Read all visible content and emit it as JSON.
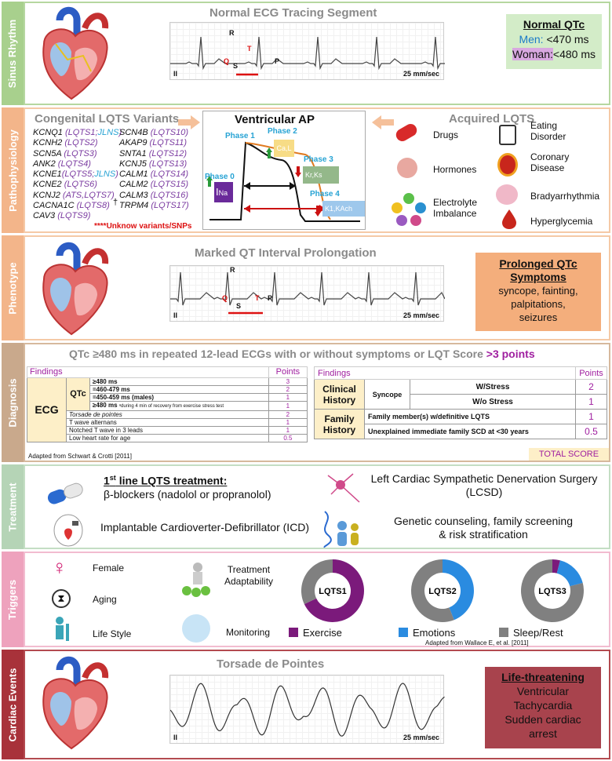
{
  "sections": {
    "sinus": "Sinus Rhythm",
    "patho": "Pathophysiology",
    "pheno": "Phenotype",
    "diag": "Diagnosis",
    "treat": "Treatment",
    "trig": "Triggers",
    "cardiac": "Cardiac Events"
  },
  "sinus": {
    "title": "Normal ECG Tracing Segment",
    "lead": "II",
    "speed": "25 mm/sec",
    "r": "R",
    "q": "Q",
    "s": "S",
    "t": "T",
    "p": "P",
    "qtc_title": "Normal QTc",
    "men_label": "Men:",
    "men_value": " <470 ms",
    "women_label": "Woman:",
    "women_value": "<480 ms"
  },
  "patho": {
    "cong_title": "Congenital LQTS Variants",
    "genes_left": [
      [
        "KCNQ1 ",
        "(LQTS1;",
        "JLNS",
        ")"
      ],
      [
        "KCNH2 ",
        "(LQTS2)",
        "",
        ""
      ],
      [
        "SCN5A ",
        "(LQTS3)",
        "",
        ""
      ],
      [
        "ANK2 ",
        "(LQTS4)",
        "",
        ""
      ],
      [
        "KCNE1",
        "(LQTS5;",
        "JLNS",
        ")"
      ],
      [
        "KCNE2 ",
        "(LQTS6)",
        "",
        ""
      ],
      [
        "KCNJ2 ",
        "(ATS,LQTS7)",
        "",
        ""
      ],
      [
        "CACNA1C ",
        "(LQTS8)",
        "",
        ""
      ],
      [
        "CAV3 ",
        "(LQTS9)",
        "",
        ""
      ]
    ],
    "genes_right": [
      [
        "SCN4B ",
        "(LQTS10)"
      ],
      [
        "AKAP9 ",
        "(LQTS11)"
      ],
      [
        "SNTA1 ",
        "(LQTS12)"
      ],
      [
        "KCNJ5 ",
        "(LQTS13)"
      ],
      [
        "CALM1 ",
        "(LQTS14)"
      ],
      [
        "CALM2 ",
        "(LQTS15)"
      ],
      [
        "CALM3 ",
        "(LQTS16)"
      ],
      [
        "TRPM4 ",
        "(LQTS17)"
      ]
    ],
    "dagger": "†",
    "unknown": "****Unknow variants/SNPs",
    "ap_title": "Ventricular AP",
    "phase1": "Phase 1",
    "phase2": "Phase 2",
    "phase3": "Phase 3",
    "phase4": "Phase 4",
    "phase0": "Phase 0",
    "ina": "I",
    "ina_sub": "Na",
    "ica": "Ca,L",
    "ikr": "Kr,",
    "iks": "Ks",
    "ik1": "K1,",
    "ikach": "KAch",
    "acq_title": "Acquired LQTS",
    "drugs": "Drugs",
    "hormones": "Hormones",
    "electrolyte": "Electrolyte\nImbalance",
    "eating": "Eating\nDisorder",
    "coronary": "Coronary\nDisease",
    "brady": "Bradyarrhythmia",
    "hyper": "Hyperglycemia"
  },
  "pheno": {
    "title": "Marked QT Interval Prolongation",
    "lead": "II",
    "speed": "25 mm/sec",
    "r": "R",
    "q": "Q",
    "s": "S",
    "t": "T",
    "p": "P",
    "box_title1": "Prolonged QTc",
    "box_title2": "Symptoms",
    "box_text": "syncope, fainting,\npalpitations,\nseizures"
  },
  "diag": {
    "header": "QTc ≥480 ms in repeated 12-lead ECGs with or without symptoms or LQT Score ",
    "header_hl": ">3 points",
    "findings": "Findings",
    "points": "Points",
    "ecg": "ECG",
    "qtc": "QTc",
    "rows": [
      [
        "≥480 ms",
        "3"
      ],
      [
        "=460-479 ms",
        "2"
      ],
      [
        "=450-459 ms (males)",
        "1"
      ],
      [
        "≥480 ms ",
        "1"
      ]
    ],
    "recovery_note": "ᵃduring 4 min of recovery from exercise stress test",
    "other_rows": [
      [
        "Torsade de pointes",
        "2"
      ],
      [
        "T wave alternans",
        "1"
      ],
      [
        "Notched T wave in 3 leads",
        "1"
      ],
      [
        "Low heart rate for age",
        "0.5"
      ]
    ],
    "clinical": "Clinical\nHistory",
    "syncope": "Syncope",
    "wstress": "W/Stress",
    "wostress": "W/o Stress",
    "wstress_pts": "2",
    "wostress_pts": "1",
    "family": "Family\nHistory",
    "fam1": "Family member(s) w/definitive LQTS",
    "fam1_pts": "1",
    "fam2": "Unexplained immediate family SCD at <30 years",
    "fam2_pts": "0.5",
    "adapted": "Adapted from Schwart & Crotti [2011]",
    "total": "TOTAL SCORE"
  },
  "treat": {
    "first1": "1",
    "first_sup": "st",
    "first2": " line LQTS treatment:",
    "beta": "β-blockers (nadolol or propranolol)",
    "icd": "Implantable Cardioverter-Defibrillator (ICD)",
    "lcsd": "Left Cardiac Sympathetic Denervation Surgery\n(LCSD)",
    "genetic": "Genetic counseling, family screening\n& risk stratification"
  },
  "trig": {
    "female": "Female",
    "aging": "Aging",
    "life": "Life Style",
    "adapt": "Treatment\nAdaptability",
    "monitor": "Monitoring",
    "exercise": "Exercise",
    "emotions": "Emotions",
    "sleep": "Sleep/Rest",
    "adapted": "Adapted from Wallace E, et al. [2011]",
    "colors": {
      "exercise": "#7b1a7b",
      "emotions": "#2a8be0",
      "sleep": "#808080"
    }
  },
  "chart_data": {
    "type": "pie",
    "donut": true,
    "charts": [
      {
        "name": "LQTS1",
        "values": [
          {
            "label": "Exercise",
            "value": 68
          },
          {
            "label": "Emotions",
            "value": 0
          },
          {
            "label": "Sleep/Rest",
            "value": 32
          }
        ]
      },
      {
        "name": "LQTS2",
        "values": [
          {
            "label": "Exercise",
            "value": 0
          },
          {
            "label": "Emotions",
            "value": 44
          },
          {
            "label": "Sleep/Rest",
            "value": 56
          }
        ]
      },
      {
        "name": "LQTS3",
        "values": [
          {
            "label": "Exercise",
            "value": 4
          },
          {
            "label": "Emotions",
            "value": 17
          },
          {
            "label": "Sleep/Rest",
            "value": 79
          }
        ]
      }
    ]
  },
  "cardiac": {
    "title": "Torsade de Pointes",
    "lead": "II",
    "speed": "25 mm/sec",
    "box_title": "Life-threatening",
    "box_text": "Ventricular\nTachycardia\nSudden cardiac\narrest"
  }
}
